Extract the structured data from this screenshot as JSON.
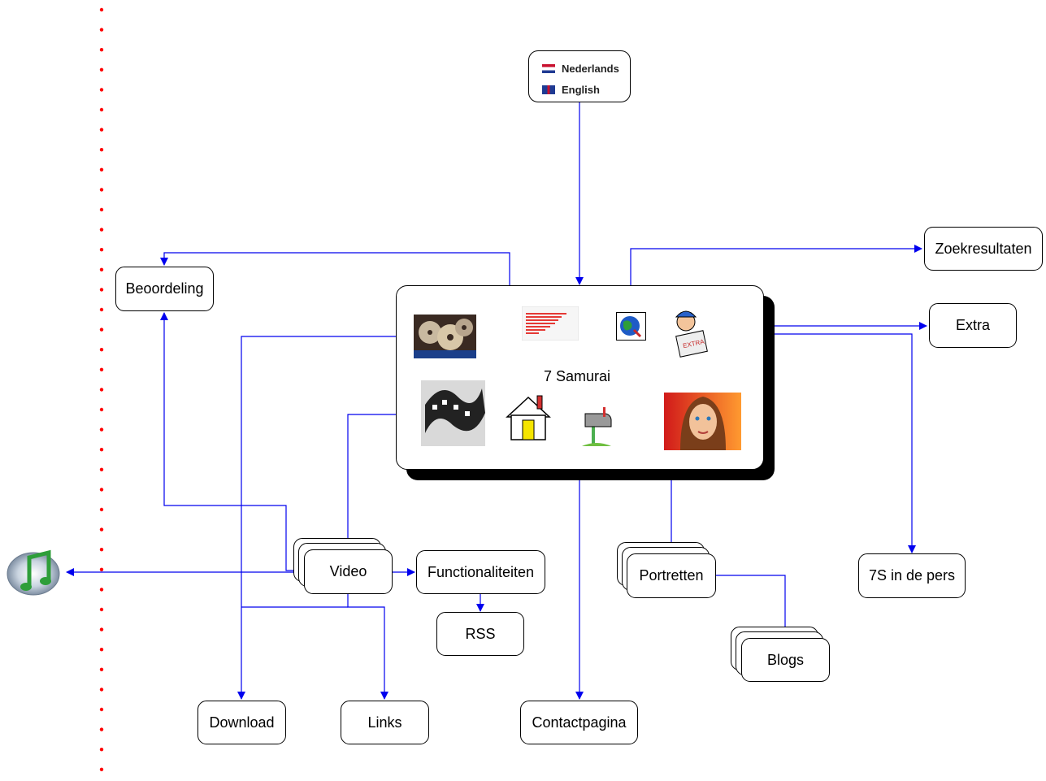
{
  "center": {
    "title": "7 Samurai"
  },
  "languages": [
    {
      "label": "Nederlands",
      "flag": "dutch-flag"
    },
    {
      "label": "English",
      "flag": "uk-flag"
    }
  ],
  "nodes": {
    "beoordeling": "Beoordeling",
    "zoekresultaten": "Zoekresultaten",
    "extra": "Extra",
    "video": "Video",
    "functionaliteiten": "Functionaliteiten",
    "rss": "RSS",
    "portretten": "Portretten",
    "blogs": "Blogs",
    "pers": "7S in de pers",
    "download": "Download",
    "links": "Links",
    "contactpagina": "Contactpagina"
  },
  "icons": [
    "cd-discs-icon",
    "bar-chart-icon",
    "globe-search-icon",
    "newsboy-icon",
    "film-strip-icon",
    "house-icon",
    "mailbox-icon",
    "woman-portrait-icon",
    "itunes-icon"
  ],
  "colors": {
    "connector": "#0000ee",
    "dotted_line": "#ff0000"
  }
}
